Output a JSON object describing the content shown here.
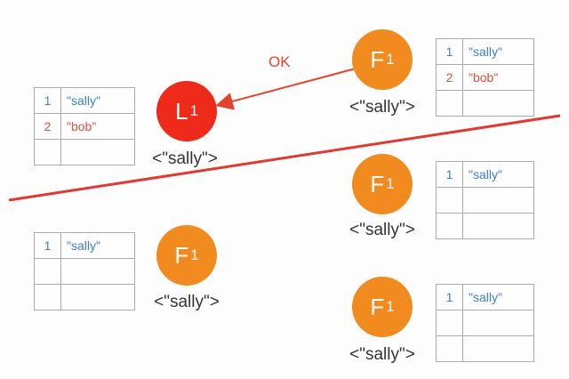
{
  "leader": {
    "role": "L",
    "term": "1",
    "vote": "<\"sally\">",
    "log": [
      {
        "index": "1",
        "value": "\"sally\""
      },
      {
        "index": "2",
        "value": "\"bob\""
      }
    ]
  },
  "followers": [
    {
      "role": "F",
      "term": "1",
      "vote": "<\"sally\">",
      "log": [
        {
          "index": "1",
          "value": "\"sally\""
        },
        {
          "index": "2",
          "value": "\"bob\""
        }
      ]
    },
    {
      "role": "F",
      "term": "1",
      "vote": "<\"sally\">",
      "log": [
        {
          "index": "1",
          "value": "\"sally\""
        }
      ]
    },
    {
      "role": "F",
      "term": "1",
      "vote": "<\"sally\">",
      "log": [
        {
          "index": "1",
          "value": "\"sally\""
        }
      ]
    },
    {
      "role": "F",
      "term": "1",
      "vote": "<\"sally\">",
      "log": [
        {
          "index": "1",
          "value": "\"sally\""
        }
      ]
    }
  ],
  "arrow_label": "OK",
  "colors": {
    "leader": "#ee2a1a",
    "follower": "#f18a1f",
    "partition": "#e03a30"
  }
}
